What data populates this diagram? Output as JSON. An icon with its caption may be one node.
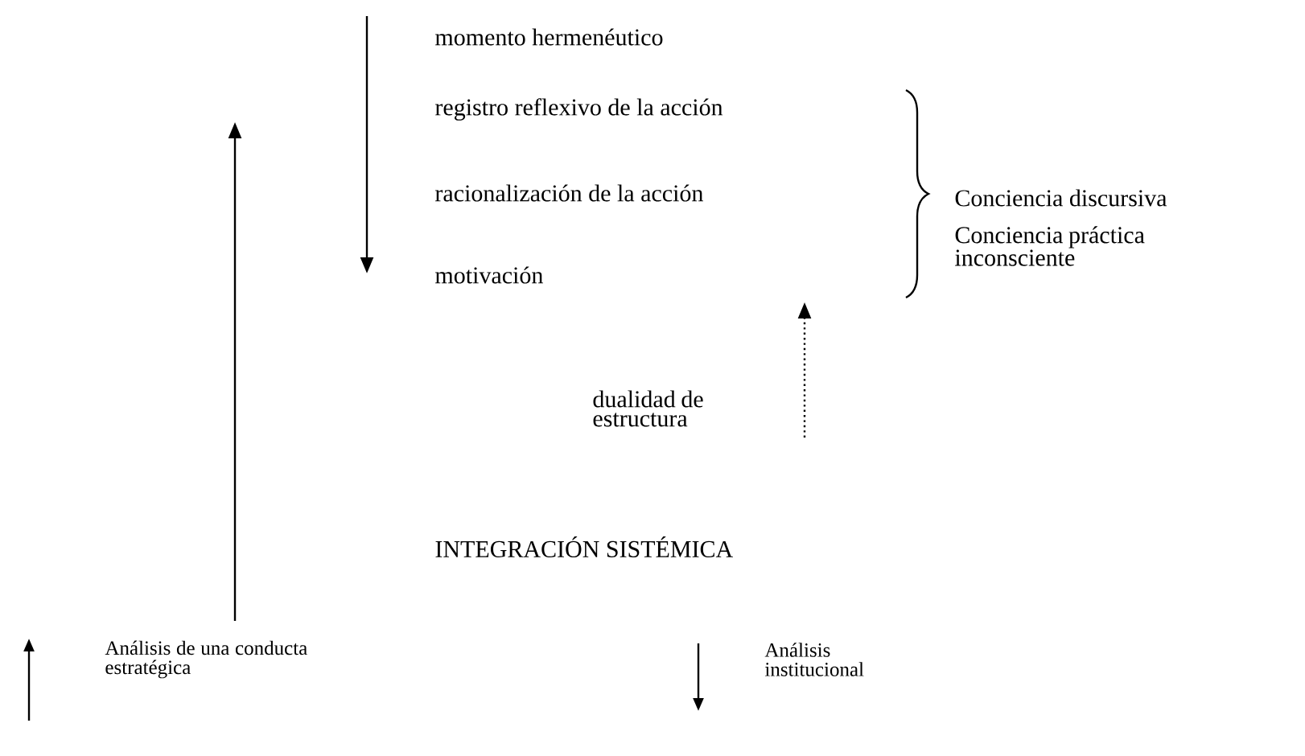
{
  "diagram": {
    "labels": [
      "momento hermenéutico",
      "registro reflexivo de la acción",
      "racionalización de la acción",
      "motivación",
      "Conciencia discursiva",
      "Conciencia práctica inconsciente",
      "dualidad de estructura",
      "INTEGRACIÓN SISTÉMICA",
      "Análisis de una conducta estratégica",
      "Análisis institucional"
    ]
  }
}
